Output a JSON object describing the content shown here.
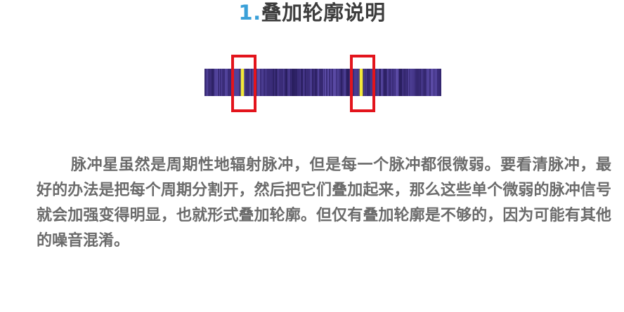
{
  "section": {
    "number": "1.",
    "title": "叠加轮廓说明"
  },
  "figure": {
    "background_color": "#3b2d7a",
    "pulse_color": "#f4e93a",
    "highlight_color": "#e3141c",
    "pulse_count": 2
  },
  "body": {
    "paragraph": "脉冲星虽然是周期性地辐射脉冲，但是每一个脉冲都很微弱。要看清脉冲，最好的办法是把每个周期分割开，然后把它们叠加起来，那么这些单个微弱的脉冲信号就会加强变得明显，也就形式叠加轮廓。但仅有叠加轮廓是不够的，因为可能有其他的噪音混淆。"
  }
}
